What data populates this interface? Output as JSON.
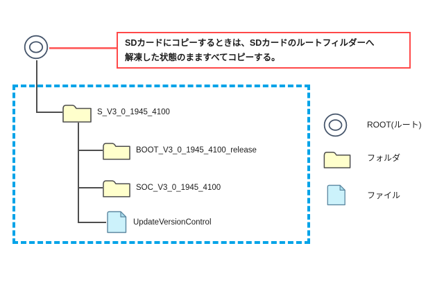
{
  "callout": {
    "line1": "SDカードにコピーするときは、SDカードのルートフィルダーへ",
    "line2": "解凍した状態のまますべてコピーする。"
  },
  "tree": {
    "root": {
      "icon": "root-icon"
    },
    "nodes": [
      {
        "label": "S_V3_0_1945_4100",
        "type": "folder",
        "level": 1
      },
      {
        "label": "BOOT_V3_0_1945_4100_release",
        "type": "folder",
        "level": 2
      },
      {
        "label": "SOC_V3_0_1945_4100",
        "type": "folder",
        "level": 2
      },
      {
        "label": "UpdateVersionControl",
        "type": "file",
        "level": 2
      }
    ]
  },
  "legend": {
    "items": [
      {
        "icon": "root-icon",
        "label": "ROOT(ルート)"
      },
      {
        "icon": "folder-icon",
        "label": "フォルダ"
      },
      {
        "icon": "file-icon",
        "label": "ファイル"
      }
    ]
  },
  "colors": {
    "callout_border": "#ff4848",
    "connector_red": "#ff6a6a",
    "boundary_blue": "#00a3e8",
    "folder_fill": "#ffffcc",
    "file_fill": "#ccf2fb",
    "icon_stroke": "#44546a",
    "tree_line": "#4d4d4d",
    "text": "#1a1a1a"
  }
}
